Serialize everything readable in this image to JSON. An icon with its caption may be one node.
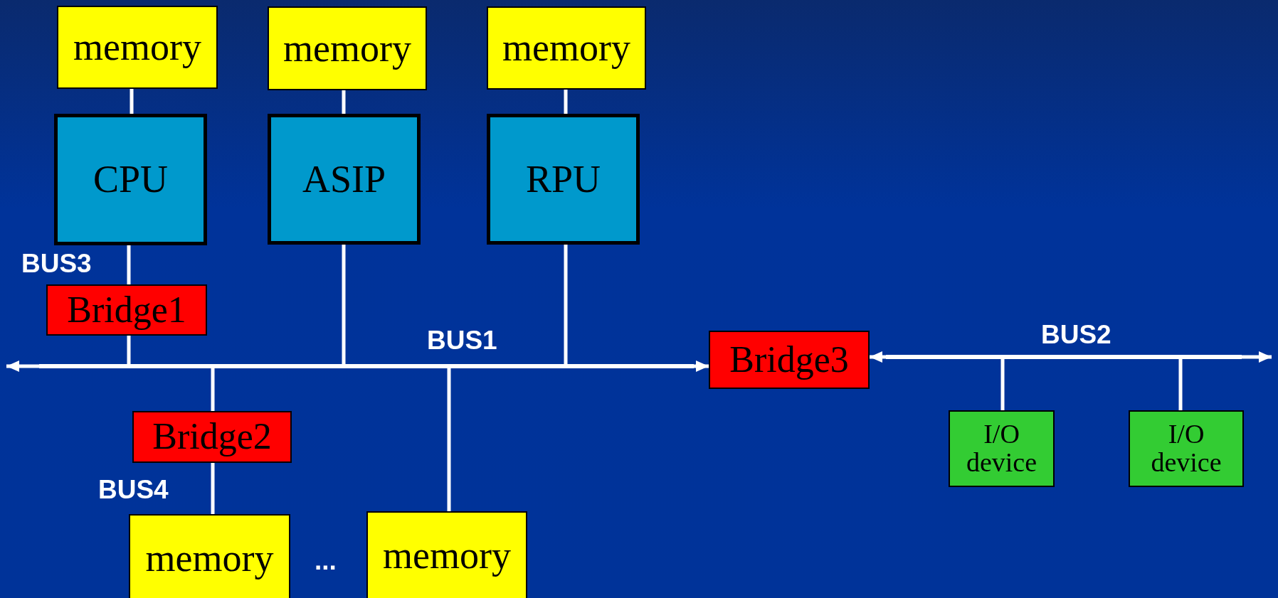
{
  "diagram": {
    "nodes": [
      {
        "text": [
          "memory"
        ]
      },
      {
        "text": [
          "memory"
        ]
      },
      {
        "text": [
          "memory"
        ]
      },
      {
        "text": [
          "CPU"
        ]
      },
      {
        "text": [
          "ASIP"
        ]
      },
      {
        "text": [
          "RPU"
        ]
      },
      {
        "text": [
          "Bridge1"
        ]
      },
      {
        "text": [],
        "shape": "bar",
        "beside": [
          "BUS1"
        ]
      },
      {
        "text": [
          "Bridge3"
        ]
      },
      {
        "text": [],
        "shape": "bar",
        "beside": [
          "BUS2"
        ]
      },
      {
        "text": [
          "Bridge2"
        ]
      },
      {
        "text": [
          "I/O device"
        ]
      },
      {
        "text": [
          "I/O device"
        ]
      },
      {
        "text": [
          "memory"
        ]
      },
      {
        "text": [
          "memory"
        ]
      }
    ],
    "edges": [
      {
        "from": 0,
        "to": 3,
        "arrow": "none"
      },
      {
        "from": 1,
        "to": 4,
        "arrow": "none"
      },
      {
        "from": 2,
        "to": 5,
        "arrow": "none"
      },
      {
        "from": 3,
        "to": 6,
        "arrow": "none",
        "label": "BUS3"
      },
      {
        "from": 6,
        "to": 7,
        "arrow": "none"
      },
      {
        "from": 4,
        "to": 7,
        "arrow": "none"
      },
      {
        "from": 5,
        "to": 7,
        "arrow": "none"
      },
      {
        "from": 7,
        "to": null,
        "arrow": "to"
      },
      {
        "from": 7,
        "to": 8,
        "arrow": "to"
      },
      {
        "from": 7,
        "to": 10,
        "arrow": "none"
      },
      {
        "from": 7,
        "to": 14,
        "arrow": "none"
      },
      {
        "from": 10,
        "to": 13,
        "arrow": "none",
        "label": "BUS4"
      },
      {
        "from": 9,
        "to": 8,
        "arrow": "to"
      },
      {
        "from": 9,
        "to": null,
        "arrow": "to"
      },
      {
        "from": 9,
        "to": 11,
        "arrow": "none"
      },
      {
        "from": 9,
        "to": 12,
        "arrow": "none"
      }
    ],
    "labels": [
      "..."
    ]
  }
}
